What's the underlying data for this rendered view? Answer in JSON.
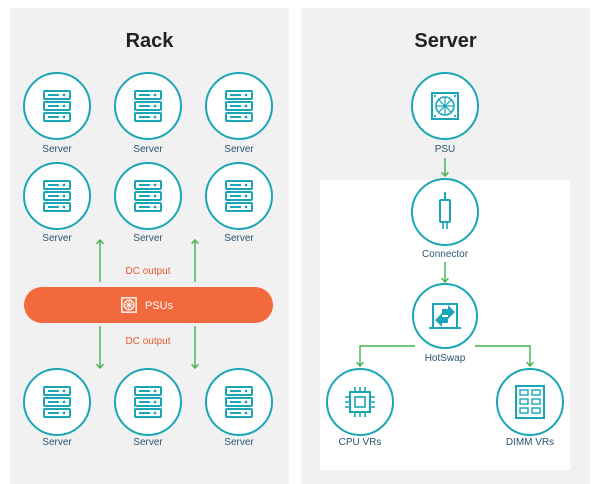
{
  "rack": {
    "title": "Rack",
    "server_label": "Server",
    "dc_output_top": "DC output",
    "dc_output_bottom": "DC output",
    "psus_label": "PSUs"
  },
  "server": {
    "title": "Server",
    "psu_label": "PSU",
    "connector_label": "Connector",
    "hotswap_label": "HotSwap",
    "cpu_label": "CPU VRs",
    "dimm_label": "DIMM VRs"
  },
  "colors": {
    "teal": "#1aa6b7",
    "green": "#3fb34f",
    "orange": "#f2693e",
    "label": "#2a5571"
  }
}
